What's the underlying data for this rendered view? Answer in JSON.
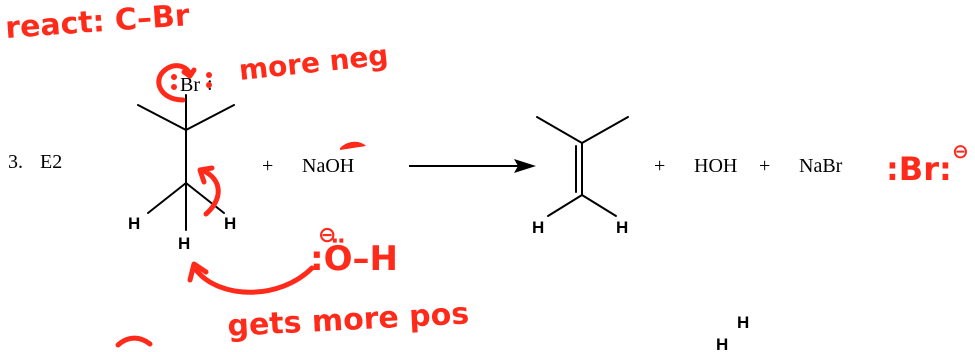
{
  "problem": {
    "number": "3.",
    "mechanism": "E2"
  },
  "reactant": {
    "leaving_atom": "Br",
    "leaving_atom_lone_pair": ":",
    "hydrogens": [
      "H",
      "H",
      "H"
    ]
  },
  "plus_1": "+",
  "base": "NaOH",
  "product": {
    "hydrogens": [
      "H",
      "H"
    ]
  },
  "plus_2": "+",
  "water": "HOH",
  "plus_3": "+",
  "salt": "NaBr",
  "annotations": {
    "react": "react: C–Br",
    "more_neg": "more neg",
    "hydroxide": ":Ö–H",
    "gets_more_pos": "gets more pos",
    "bromide": ":Br:",
    "charge": "⊖"
  },
  "cutoff_h": [
    "H",
    "H"
  ],
  "colors": {
    "ink": "#000000",
    "annotation": "#ff2a1a"
  }
}
